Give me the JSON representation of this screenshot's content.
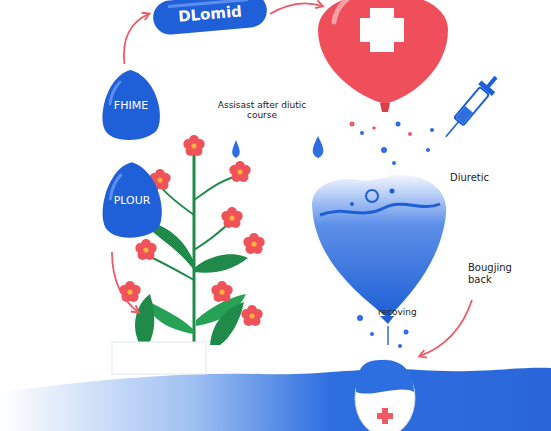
{
  "diagram": {
    "nodes": [
      {
        "text": [
          "DLomid"
        ]
      },
      {
        "text": [
          "FHIME"
        ]
      },
      {
        "text": [
          "PLOUR"
        ]
      }
    ],
    "edges": [
      {
        "from": 1,
        "to": 0,
        "arrow": "to"
      }
    ],
    "labels": [
      "Assisast after diutic course",
      "Diuretic",
      "Bougjing back",
      "recoving"
    ]
  }
}
